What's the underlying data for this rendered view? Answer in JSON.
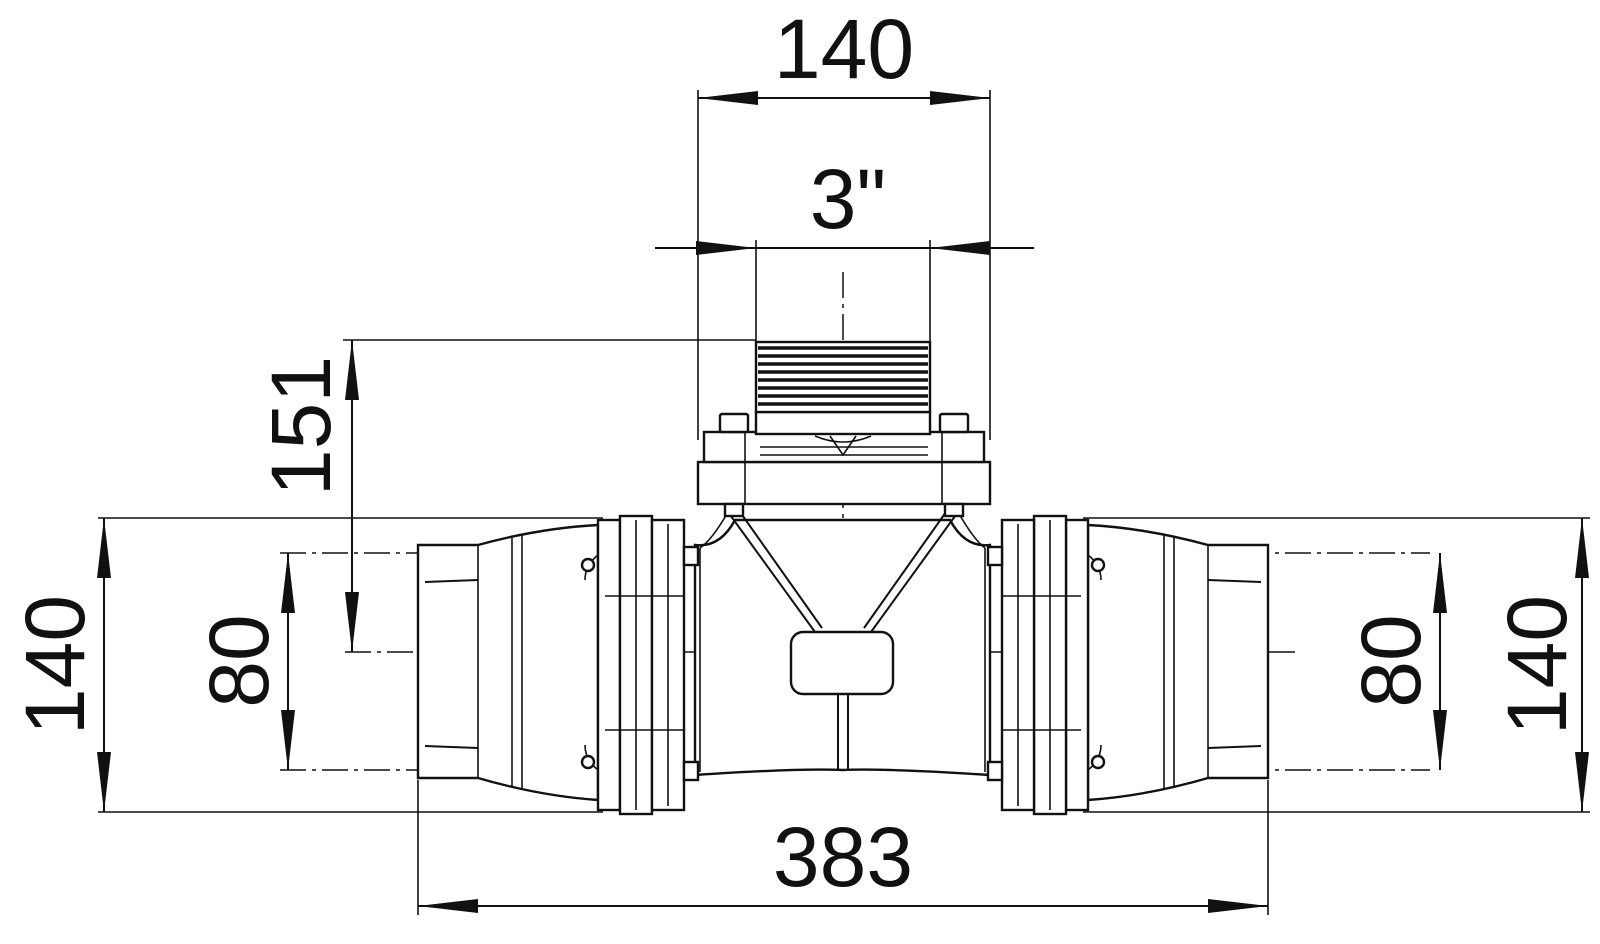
{
  "dimensions": {
    "top_width": "140",
    "thread_size": "3\"",
    "outlet_height": "151",
    "left_outer": "140",
    "left_inner": "80",
    "right_inner": "80",
    "right_outer": "140",
    "overall_length": "383"
  },
  "colors": {
    "ink": "#111111",
    "background": "#ffffff"
  }
}
